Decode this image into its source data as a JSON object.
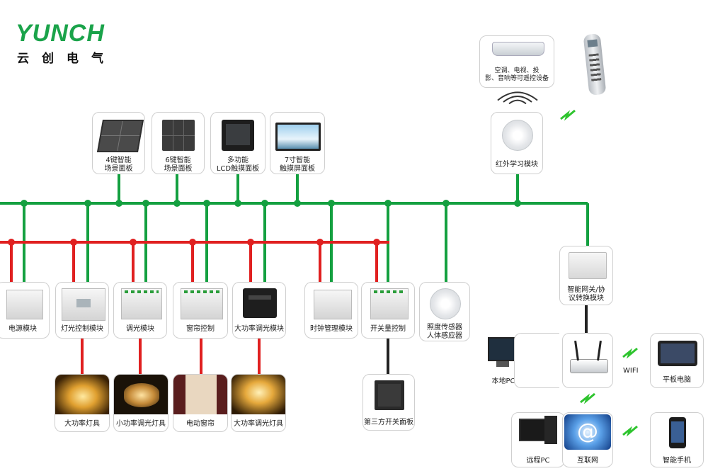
{
  "brand": {
    "name": "YUNCH",
    "sub": "云创电气",
    "color": "#1aa34a"
  },
  "colors": {
    "bus_green": "#14a040",
    "bus_red": "#e02020",
    "link_black": "#222222",
    "wireless": "#2ec42e"
  },
  "panels_top": [
    {
      "id": "panel-4key",
      "label": "4键智能\n场景面板"
    },
    {
      "id": "panel-6key",
      "label": "6键智能\n场景面板"
    },
    {
      "id": "panel-lcd",
      "label": "多功能\nLCD触摸面板"
    },
    {
      "id": "panel-touch7",
      "label": "7寸智能\n触摸屏面板"
    }
  ],
  "ac": {
    "label": "空调、电视、投\n影、音响等可遥控设备"
  },
  "ir_module": {
    "label": "红外学习模块"
  },
  "gateway": {
    "label": "智能网关/协\n议转换模块"
  },
  "modules": [
    {
      "id": "power",
      "label": "电源模块"
    },
    {
      "id": "light-ctrl",
      "label": "灯光控制模块"
    },
    {
      "id": "dimmer",
      "label": "调光模块"
    },
    {
      "id": "curtain",
      "label": "窗帘控制"
    },
    {
      "id": "hp-dimmer",
      "label": "大功率调光模块"
    },
    {
      "id": "clock",
      "label": "时钟管理模块"
    },
    {
      "id": "switch-ctrl",
      "label": "开关量控制"
    },
    {
      "id": "sensor",
      "label": "照度传感器\n人体感应器"
    }
  ],
  "loads": [
    {
      "id": "hp-lamp",
      "label": "大功率灯具"
    },
    {
      "id": "lp-dim-lamp",
      "label": "小功率调光灯具"
    },
    {
      "id": "curtain-motor",
      "label": "电动窗帘"
    },
    {
      "id": "hp-dim-lamp",
      "label": "大功率调光灯具"
    },
    {
      "id": "third-panel",
      "label": "第三方开关面板"
    }
  ],
  "network": {
    "local_pc": "本地PC",
    "router": "",
    "wifi": "WIFI",
    "tablet": "平板电脑",
    "remote_pc": "远程PC",
    "internet": "互联网",
    "phone": "智能手机"
  }
}
